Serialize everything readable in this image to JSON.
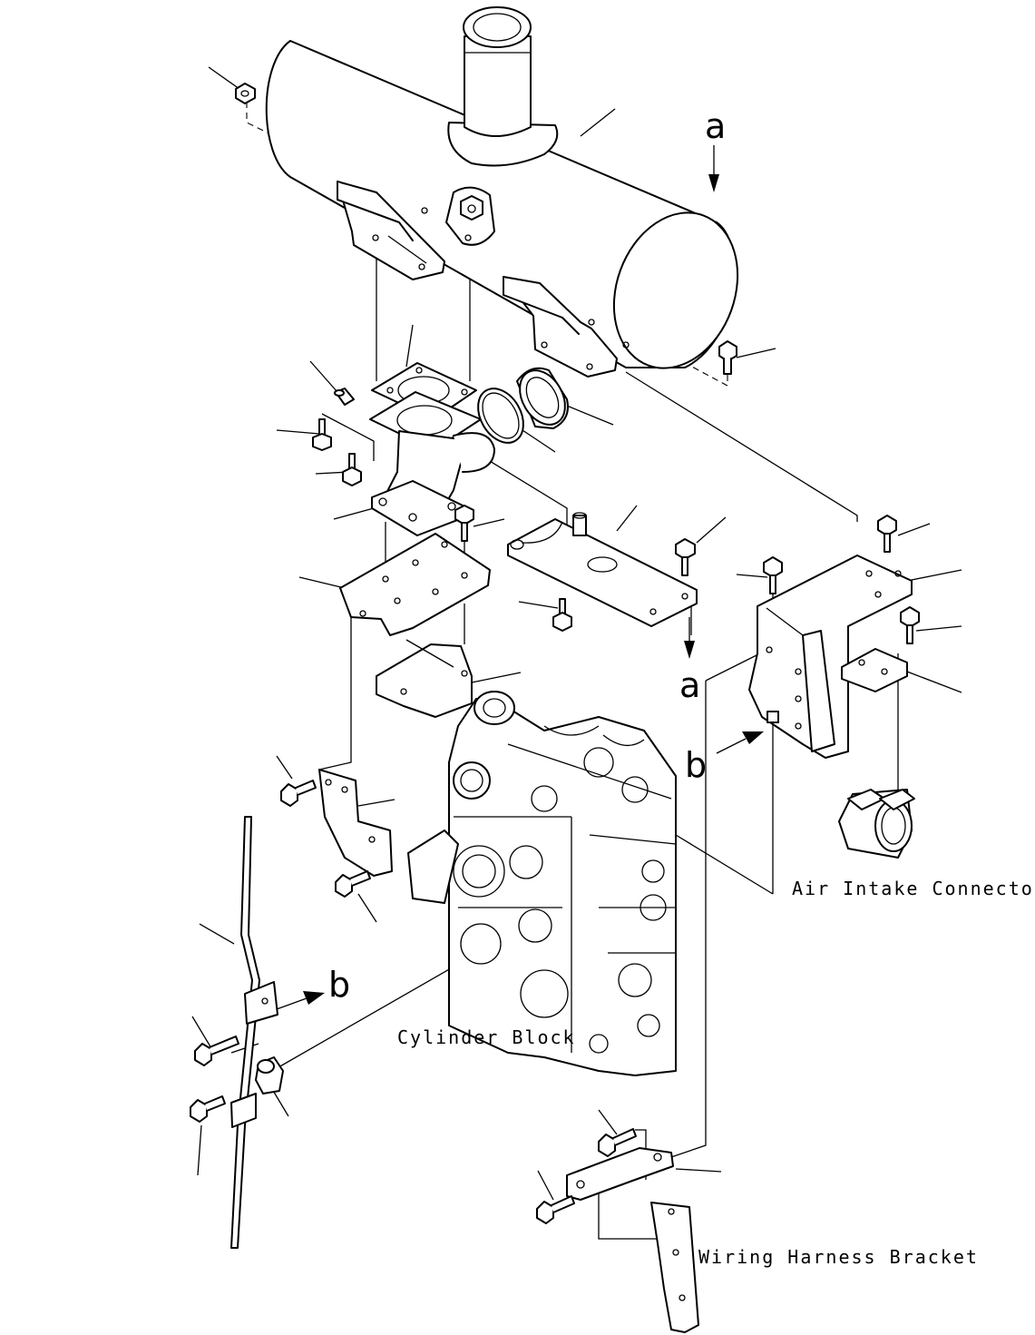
{
  "labels": {
    "air_intake": "Air Intake Connector",
    "cylinder_block": "Cylinder Block",
    "wiring_bracket": "Wiring Harness Bracket"
  },
  "refs": {
    "a_top": "a",
    "a_bottom": "a",
    "b_right": "b",
    "b_left": "b"
  },
  "colors": {
    "ink": "#000000",
    "paper": "#ffffff"
  }
}
